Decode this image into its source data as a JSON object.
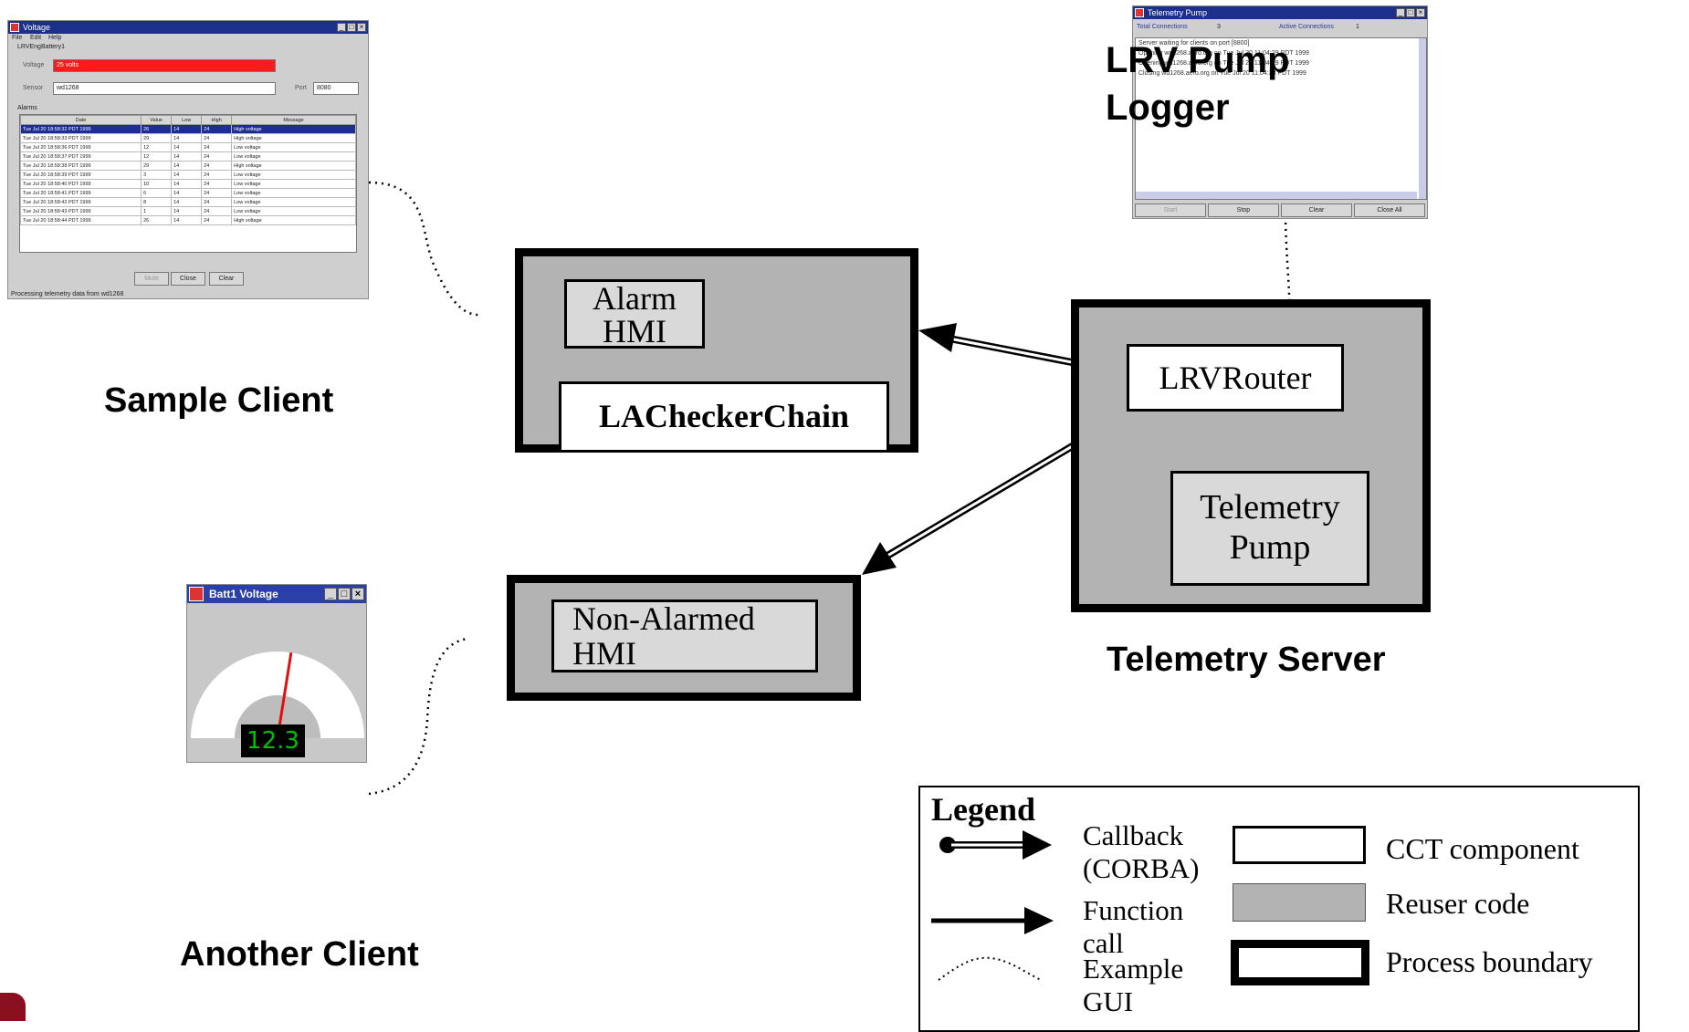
{
  "labels": {
    "sample_client": "Sample Client",
    "another_client": "Another Client",
    "telemetry_server": "Telemetry Server",
    "pump_logger_line1": "LRV Pump",
    "pump_logger_line2": "Logger"
  },
  "components": {
    "alarm_hmi_line1": "Alarm",
    "alarm_hmi_line2": "HMI",
    "lachecker_chain": "LACheckerChain",
    "non_alarmed_hmi_line1": "Non-Alarmed",
    "non_alarmed_hmi_line2": "HMI",
    "lrv_router": "LRVRouter",
    "telemetry_pump_line1": "Telemetry",
    "telemetry_pump_line2": "Pump"
  },
  "legend": {
    "title": "Legend",
    "callback_line1": "Callback",
    "callback_line2": "(CORBA)",
    "function_line1": "Function",
    "function_line2": "call",
    "example_line1": "Example",
    "example_line2": "GUI",
    "cct_component": "CCT component",
    "reuser_code": "Reuser code",
    "process_boundary": "Process boundary"
  },
  "voltage_window": {
    "title": "Voltage",
    "menu": [
      "File",
      "Edit",
      "Help"
    ],
    "subtitle": "LRVEngBattery1",
    "voltage_label": "Voltage",
    "voltage_value": "25 volts",
    "sensor_label": "Sensor",
    "sensor_value": "wd1268",
    "port_label": "Port",
    "port_value": "8080",
    "alarms_label": "Alarms",
    "columns": [
      "Date",
      "Value",
      "Low",
      "High",
      "Message"
    ],
    "rows": [
      [
        "Tue Jul 20 18:58:32 PDT 1999",
        "26",
        "14",
        "24",
        "High voltage"
      ],
      [
        "Tue Jul 20 18:58:33 PDT 1999",
        "29",
        "14",
        "24",
        "High voltage"
      ],
      [
        "Tue Jul 20 18:58:36 PDT 1999",
        "12",
        "14",
        "24",
        "Low voltage"
      ],
      [
        "Tue Jul 20 18:58:37 PDT 1999",
        "12",
        "14",
        "24",
        "Low voltage"
      ],
      [
        "Tue Jul 20 18:58:38 PDT 1999",
        "29",
        "14",
        "24",
        "High voltage"
      ],
      [
        "Tue Jul 20 18:58:39 PDT 1999",
        "3",
        "14",
        "24",
        "Low voltage"
      ],
      [
        "Tue Jul 20 18:58:40 PDT 1999",
        "10",
        "14",
        "24",
        "Low voltage"
      ],
      [
        "Tue Jul 20 18:58:41 PDT 1999",
        "6",
        "14",
        "24",
        "Low voltage"
      ],
      [
        "Tue Jul 20 18:58:42 PDT 1999",
        "8",
        "14",
        "24",
        "Low voltage"
      ],
      [
        "Tue Jul 20 18:58:43 PDT 1999",
        "1",
        "14",
        "24",
        "Low voltage"
      ],
      [
        "Tue Jul 20 18:58:44 PDT 1999",
        "26",
        "14",
        "24",
        "High voltage"
      ]
    ],
    "buttons": [
      "Mute",
      "Close",
      "Clear"
    ],
    "status": "Processing telemetry data from wd1268"
  },
  "pump_window": {
    "title": "Telemetry Pump",
    "total_label": "Total Connections",
    "total_value": "3",
    "active_label": "Active Connections",
    "active_value": "1",
    "log": [
      "Server waiting for clients on port [8800]",
      "Opening wd1268.aero.org on Tue Jul 20 11:04:29 PDT 1999",
      "Opening wd1268.aero.org on Tue Jul 20 11:04:29 PDT 1999",
      "Closing wd1268.aero.org on Tue Jul 20 11:04:33 PDT 1999"
    ],
    "buttons": [
      "Start",
      "Stop",
      "Clear",
      "Close All"
    ]
  },
  "gauge_window": {
    "title": "Batt1 Voltage",
    "reading": "12.3",
    "level_fraction": 0.55
  },
  "colors": {
    "process_fill": "#b3b3b3",
    "alarm_red": "#ff1a1a",
    "titlebar_blue": "#1c2f8a",
    "gauge_text": "#00c000"
  }
}
